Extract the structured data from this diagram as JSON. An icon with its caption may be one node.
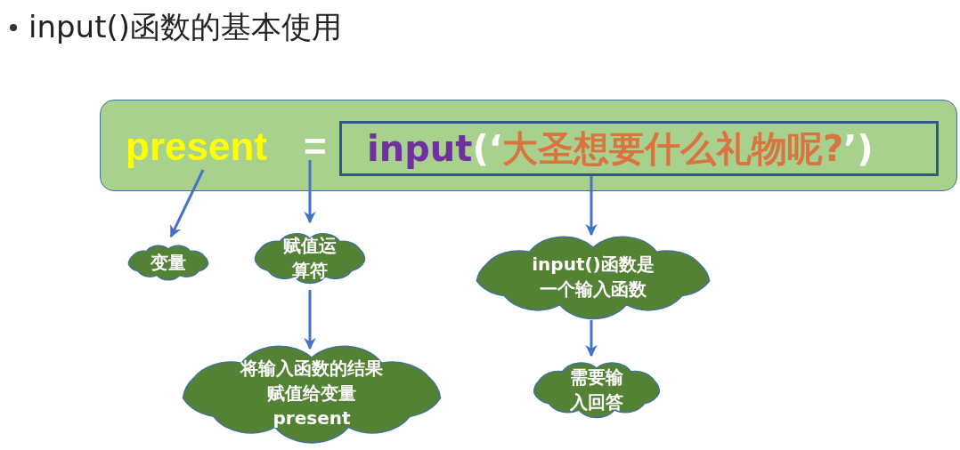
{
  "diagram": {
    "title": "input()函数的基本使用",
    "nodes": [
      {
        "text": [],
        "shape": "box"
      },
      {
        "text": [
          "present"
        ],
        "in": 0
      },
      {
        "text": [
          "="
        ],
        "in": 0
      },
      {
        "text": [
          "input",
          "(‘",
          "大圣想要什么礼物呢?",
          "’)"
        ],
        "in": 0
      },
      {
        "text": [
          "变量"
        ]
      },
      {
        "text": [
          "赋值运算符"
        ]
      },
      {
        "text": [
          "input()函数是一个输入函数"
        ]
      },
      {
        "text": [
          "将输入函数的结果赋值给变量present"
        ]
      },
      {
        "text": [
          "需要输入回答"
        ]
      }
    ],
    "edges": [
      {
        "from": 1,
        "to": 4,
        "arrow": "to"
      },
      {
        "from": 2,
        "to": 5,
        "arrow": "to"
      },
      {
        "from": 3,
        "to": 6,
        "arrow": "to"
      },
      {
        "from": 5,
        "to": 7,
        "arrow": "to"
      },
      {
        "from": 6,
        "to": 8,
        "arrow": "to"
      }
    ]
  }
}
